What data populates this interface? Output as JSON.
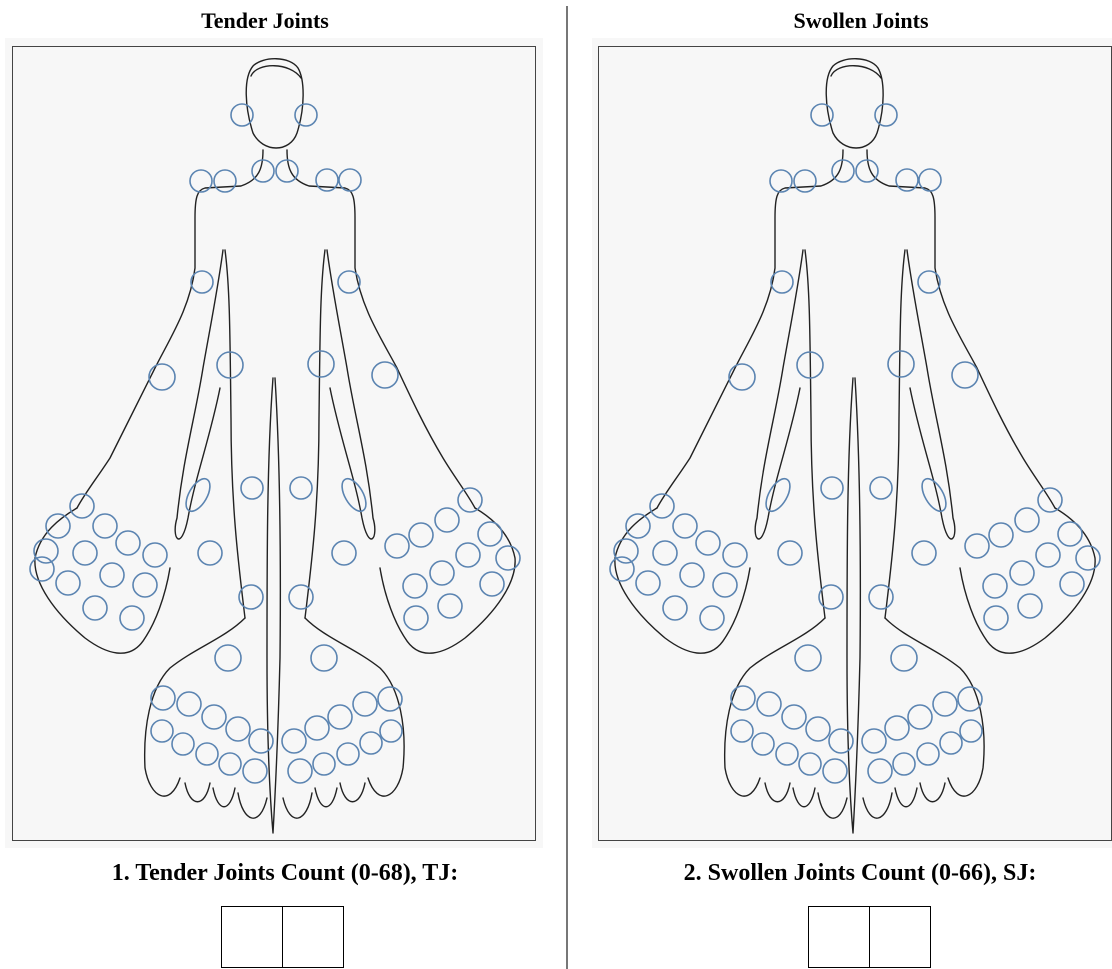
{
  "left": {
    "title": "Tender Joints",
    "count_label": "1. Tender Joints Count (0-68), TJ:",
    "count_digits": [
      "",
      ""
    ]
  },
  "right": {
    "title": "Swollen Joints",
    "count_label": "2. Swollen Joints Count (0-66), SJ:",
    "count_digits": [
      "",
      ""
    ]
  },
  "colors": {
    "joint_outline": "#5b84b1",
    "body_outline": "#222222",
    "panel_background": "#f7f7f7",
    "divider": "#777777"
  },
  "icons": [
    "human-body-outline",
    "joint-circle"
  ]
}
